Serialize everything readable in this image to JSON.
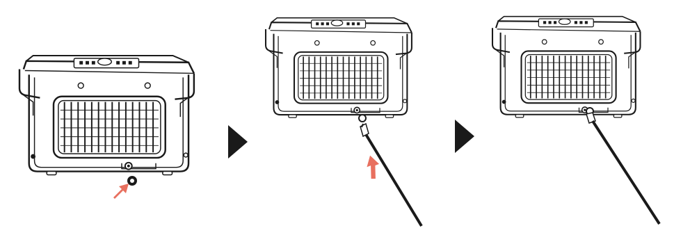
{
  "steps": [
    {
      "id": "step-1",
      "state": "port-indicated",
      "has_cable": false,
      "arrow": true
    },
    {
      "id": "step-2",
      "state": "cable-approaching",
      "has_cable": true,
      "arrow": true
    },
    {
      "id": "step-3",
      "state": "cable-inserted",
      "has_cable": true,
      "arrow": false
    }
  ],
  "colors": {
    "line": "#1a1a1a",
    "arrow_accent": "#e8705f",
    "background": "#ffffff"
  },
  "icons": [
    "next-step-triangle-icon",
    "insert-arrow-icon"
  ]
}
